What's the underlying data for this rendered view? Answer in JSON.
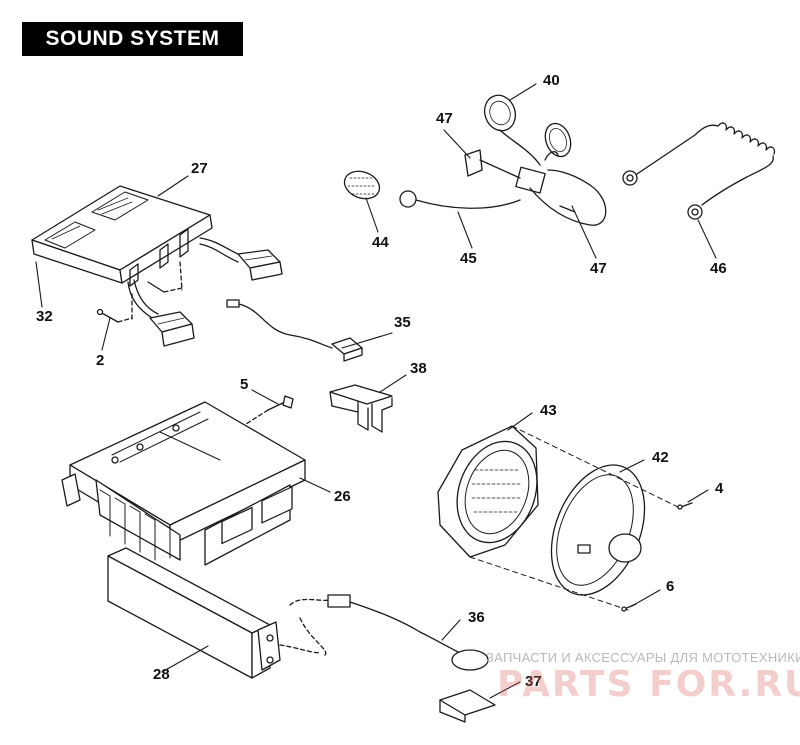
{
  "title": "SOUND SYSTEM",
  "callouts": {
    "n27": "27",
    "n32": "32",
    "n2": "2",
    "n35": "35",
    "n38": "38",
    "n5": "5",
    "n26": "26",
    "n28": "28",
    "n36": "36",
    "n37": "37",
    "n43": "43",
    "n42": "42",
    "n4": "4",
    "n6": "6",
    "n40": "40",
    "n47a": "47",
    "n44": "44",
    "n45": "45",
    "n47b": "47",
    "n46": "46"
  },
  "watermark": {
    "caption": "ЗАПЧАСТИ И АКСЕССУАРЫ ДЛЯ МОТОТЕХНИКИ",
    "logo": "PARTS FOR.RU"
  },
  "colors": {
    "line": "#1a1a1a",
    "title_bg": "#000000",
    "title_fg": "#ffffff"
  }
}
